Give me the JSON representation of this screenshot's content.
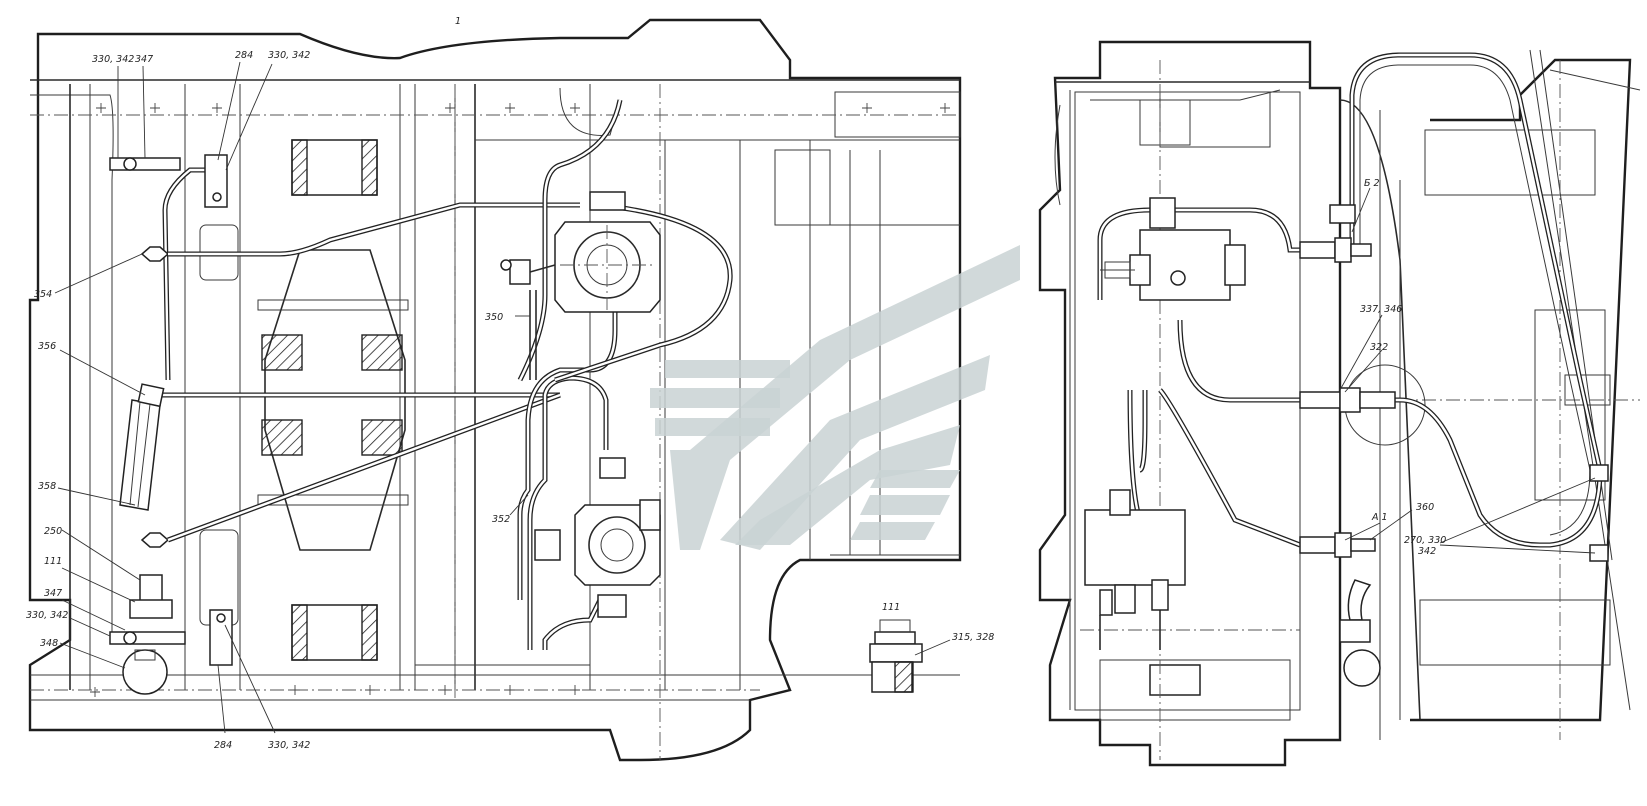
{
  "labels": {
    "l330_342_top": "330, 342",
    "l347_top": "347",
    "l284_top": "284",
    "l330_342_top2": "330, 342",
    "l354": "354",
    "l356": "356",
    "l358": "358",
    "l250": "250",
    "l111_left": "111",
    "l347_bottom": "347",
    "l330_342_left": "330, 342",
    "l348": "348",
    "l284_bottom": "284",
    "l330_342_bottom": "330, 342",
    "l350": "350",
    "l352": "352",
    "l111_detail": "111",
    "l315_328": "315, 328",
    "lB2": "Б 2",
    "l337_346": "337, 346",
    "l322": "322",
    "lA1": "А 1",
    "l360": "360",
    "l270_330": "270, 330",
    "l342_right": "342",
    "l_mark": "1"
  },
  "icons": {
    "watermark": "watermark-logo",
    "valve": "valve-icon",
    "fitting": "fitting-icon"
  },
  "colors": {
    "ink": "#222222",
    "watermark": "#c9d2d3",
    "background": "#ffffff"
  }
}
